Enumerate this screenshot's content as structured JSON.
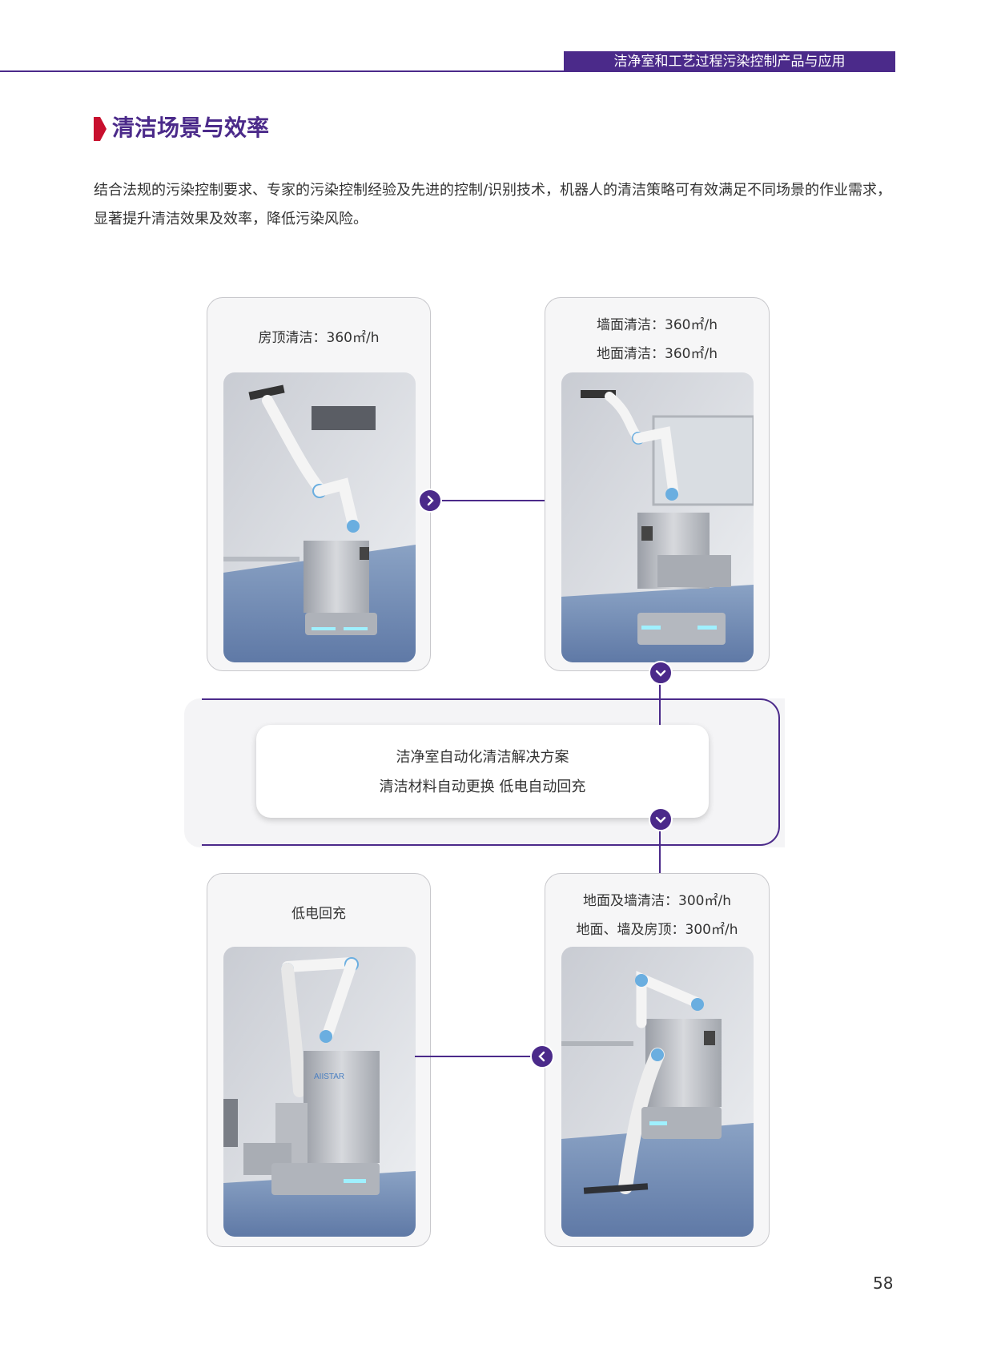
{
  "header": {
    "tab_label": "洁净室和工艺过程污染控制产品与应用"
  },
  "section": {
    "title": "清洁场景与效率",
    "intro_lines": [
      "结合法规的污染控制要求、专家的污染控制经验及先进的控制/识别技术，机器人的清洁策略可有效满足不同场景的作业需求，",
      "显著提升清洁效果及效率，降低污染风险。"
    ]
  },
  "cards": {
    "ceiling": {
      "lines": [
        "房顶清洁：360㎡/h"
      ]
    },
    "wall_floor": {
      "lines": [
        "墙面清洁：360㎡/h",
        "地面清洁：360㎡/h"
      ]
    },
    "low_power": {
      "lines": [
        "低电回充"
      ]
    },
    "floor_wall_ceiling": {
      "lines": [
        "地面及墙清洁：300㎡/h",
        "地面、墙及房顶：300㎡/h"
      ]
    }
  },
  "center": {
    "lines": [
      "洁净室自动化清洁解决方案",
      "清洁材料自动更换 低电自动回充"
    ]
  },
  "robot_logo_text": "AIISTAR",
  "page_number": "58",
  "colors": {
    "brand_purple": "#4b2a8a",
    "accent_red": "#c8102e",
    "card_bg": "#f6f6f7"
  }
}
